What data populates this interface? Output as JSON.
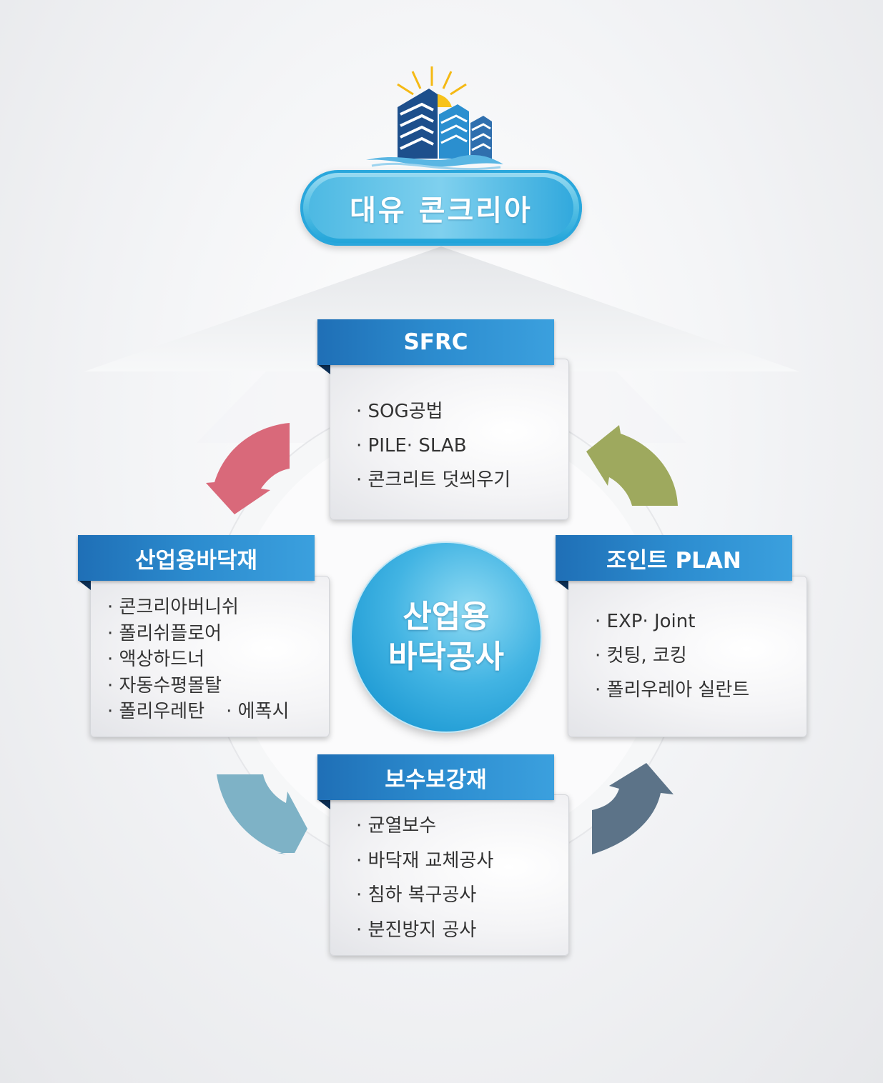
{
  "logo": {
    "icon": "building-sun-logo"
  },
  "brand": {
    "title": "대유 콘크리아"
  },
  "center": {
    "line1": "산업용",
    "line2": "바닥공사"
  },
  "sections": {
    "top": {
      "title": "SFRC",
      "items": [
        "· SOG공법",
        "· PILE· SLAB",
        "· 콘크리트 덧씌우기"
      ]
    },
    "left": {
      "title": "산업용바닥재",
      "items": [
        "· 콘크리아버니쉬",
        "· 폴리쉬플로어",
        "· 액상하드너",
        "· 자동수평몰탈",
        "· 폴리우레탄",
        "· 에폭시"
      ]
    },
    "right": {
      "title": "조인트 PLAN",
      "items": [
        "· EXP· Joint",
        "· 컷팅, 코킹",
        "· 폴리우레아 실란트"
      ]
    },
    "bottom": {
      "title": "보수보강재",
      "items": [
        "· 균열보수",
        "· 바닥재 교체공사",
        "· 침하 복구공사",
        "· 분진방지 공사"
      ]
    }
  },
  "arrows": {
    "top_left": "#d9697a",
    "top_right": "#9ea95e",
    "bottom_left": "#7eb2c6",
    "bottom_right": "#5c7388"
  }
}
